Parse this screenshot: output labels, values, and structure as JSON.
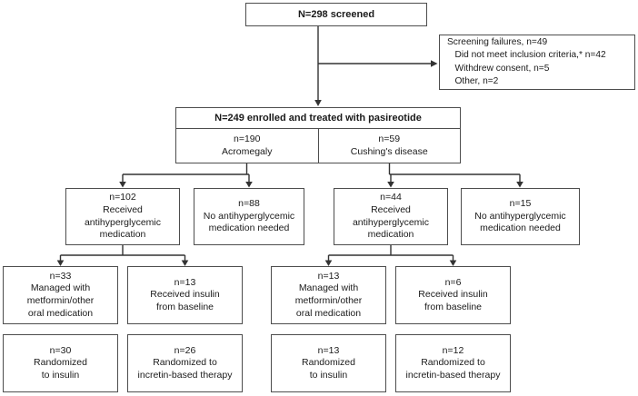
{
  "figure": {
    "type": "patient-disposition-flowchart",
    "background_color": "#ffffff",
    "box_border_color": "#4d4d4d",
    "connector_color": "#333333",
    "text_color": "#1a1a1a"
  },
  "nodes": {
    "screened": "N=298 screened",
    "screening_failures": "Screening failures, n=49\n   Did not meet inclusion criteria,* n=42\n   Withdrew consent, n=5\n   Other, n=2",
    "enrolled_header": "N=249 enrolled and treated with pasireotide",
    "acromegaly_cell": "n=190\nAcromegaly",
    "cushings_cell": "n=59\nCushing's disease",
    "acro_received_med": "n=102\nReceived\nantihyperglycemic\nmedication",
    "acro_no_med": "n=88\nNo antihyperglycemic\nmedication needed",
    "cushing_received_med": "n=44\nReceived\nantihyperglycemic\nmedication",
    "cushing_no_med": "n=15\nNo antihyperglycemic\nmedication needed",
    "acro_managed_oral": "n=33\nManaged with\nmetformin/other\noral medication",
    "acro_insulin_baseline": "n=13\nReceived insulin\nfrom baseline",
    "cushing_managed_oral": "n=13\nManaged with\nmetformin/other\noral medication",
    "cushing_insulin_baseline": "n=6\nReceived insulin\nfrom baseline",
    "acro_randomized_insulin": "n=30\nRandomized\nto insulin",
    "acro_randomized_incretin": "n=26\nRandomized to\nincretin-based therapy",
    "cushing_randomized_insulin": "n=13\nRandomized\nto insulin",
    "cushing_randomized_incretin": "n=12\nRandomized to\nincretin-based therapy"
  }
}
